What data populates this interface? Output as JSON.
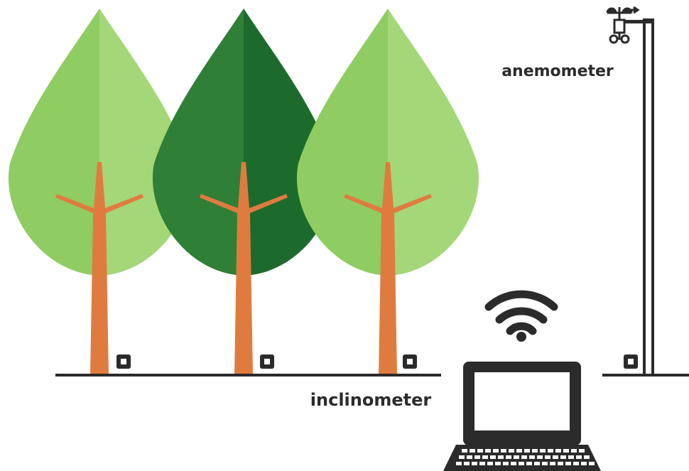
{
  "labels": {
    "anemometer": "anemometer",
    "inclinometer": "inclinometer"
  },
  "trees": [
    {
      "id": "tree-1",
      "shade": "light"
    },
    {
      "id": "tree-2",
      "shade": "dark"
    },
    {
      "id": "tree-3",
      "shade": "light"
    }
  ],
  "colors": {
    "light_canopy_left": "#8fcc62",
    "light_canopy_right": "#a3d777",
    "dark_canopy_left": "#2f7f37",
    "dark_canopy_right": "#1d6b2c",
    "trunk": "#e07b3f",
    "trunk_shade": "#c96a34",
    "ground": "#2b2b2b",
    "sensor": "#2b2b2b",
    "pole": "#2b2b2b",
    "laptop": "#2b2b2b"
  },
  "icons": {
    "wifi": "wifi-icon",
    "laptop": "laptop-icon",
    "anemometer": "anemometer-icon",
    "sensor": "sensor-box-icon"
  }
}
